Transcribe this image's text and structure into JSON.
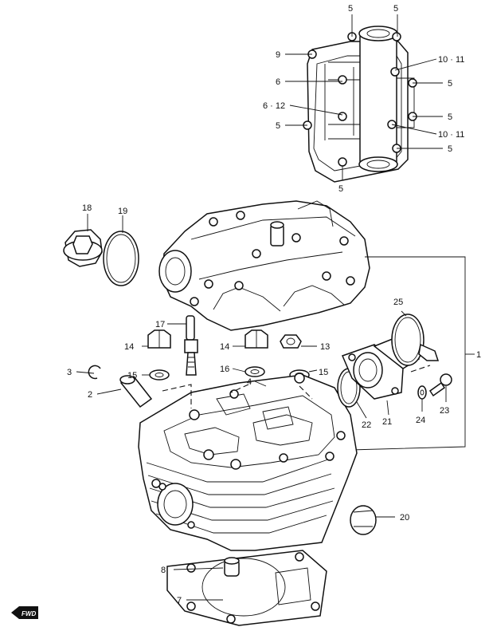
{
  "callouts": {
    "c1": "1",
    "c2": "2",
    "c3": "3",
    "c4": "4",
    "c5a": "5",
    "c5b": "5",
    "c5c": "5",
    "c5d": "5",
    "c5e": "5",
    "c5f": "5",
    "c5g": "5",
    "c6": "6",
    "c612": "6 · 12",
    "c7": "7",
    "c8": "8",
    "c9": "9",
    "c1011a": "10 · 11",
    "c1011b": "10 · 11",
    "c13": "13",
    "c14a": "14",
    "c14b": "14",
    "c15a": "15",
    "c15b": "15",
    "c16": "16",
    "c17": "17",
    "c18": "18",
    "c19": "19",
    "c20": "20",
    "c21": "21",
    "c22": "22",
    "c23": "23",
    "c24": "24",
    "c25": "25"
  },
  "fwd_label": "FWD"
}
